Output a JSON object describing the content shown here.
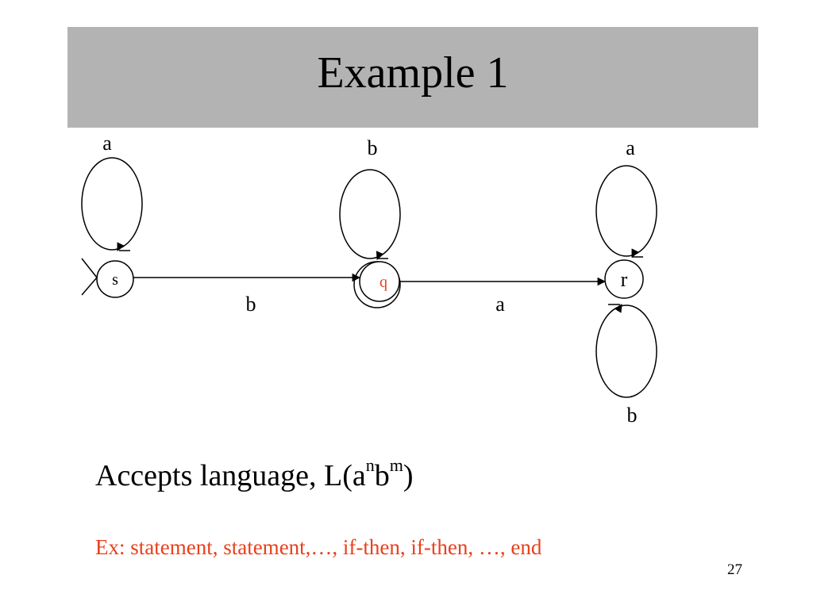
{
  "slide": {
    "title": "Example 1",
    "caption_text": "Accepts language, L(a",
    "caption_base2": "b",
    "caption_sup1": "n",
    "caption_sup2": "m",
    "caption_close": ")",
    "example": "Ex: statement, statement,…, if-then, if-then, …, end",
    "page_number": "27"
  },
  "diagram": {
    "states": [
      {
        "id": "s",
        "label": "s",
        "label_color": "#000000",
        "accepting": false,
        "start": true
      },
      {
        "id": "q",
        "label": "q",
        "label_color": "#e8401c",
        "accepting": true,
        "start": false
      },
      {
        "id": "r",
        "label": "r",
        "label_color": "#000000",
        "accepting": false,
        "start": false
      }
    ],
    "transitions": [
      {
        "from": "s",
        "to": "s",
        "label": "a"
      },
      {
        "from": "s",
        "to": "q",
        "label": "b"
      },
      {
        "from": "q",
        "to": "q",
        "label": "b"
      },
      {
        "from": "q",
        "to": "r",
        "label": "a"
      },
      {
        "from": "r",
        "to": "r",
        "label": "a"
      },
      {
        "from": "r",
        "to": "r",
        "label": "b"
      }
    ]
  },
  "colors": {
    "title_band": "#b3b3b3",
    "accent_red": "#e8401c"
  }
}
